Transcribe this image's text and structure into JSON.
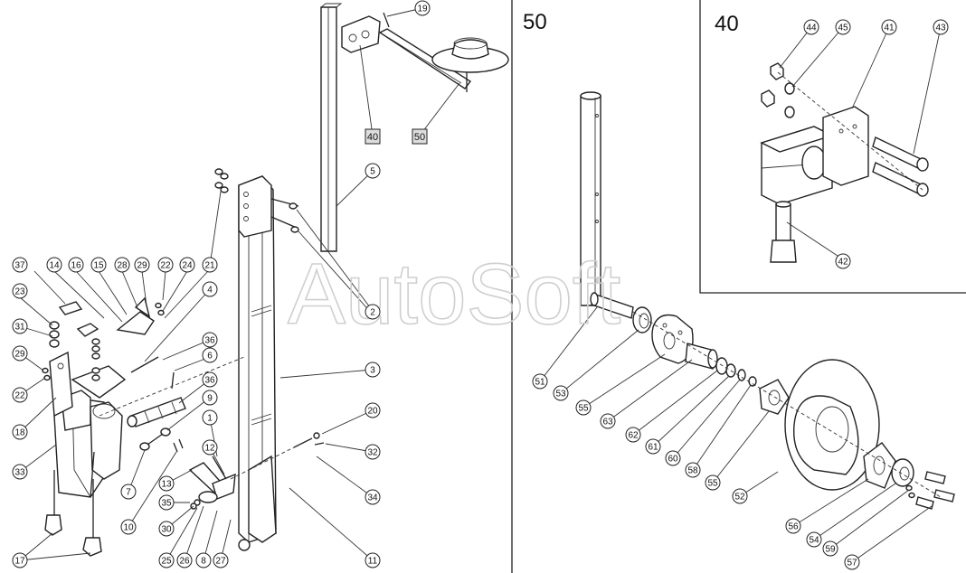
{
  "sections": [
    {
      "id": "50",
      "title": "50"
    },
    {
      "id": "40",
      "title": "40"
    }
  ],
  "watermark": "AutoSoft",
  "main_callouts": [
    "37",
    "14",
    "16",
    "15",
    "28",
    "29",
    "22",
    "24",
    "21",
    "23",
    "31",
    "29",
    "22",
    "18",
    "4",
    "36",
    "6",
    "36",
    "9",
    "33",
    "1",
    "12",
    "13",
    "7",
    "10",
    "35",
    "30",
    "25",
    "26",
    "8",
    "27",
    "17",
    "5",
    "3",
    "2",
    "20",
    "32",
    "34",
    "11",
    "19"
  ],
  "boxed_callouts": [
    "40",
    "50"
  ],
  "section50_callouts": [
    "51",
    "53",
    "55",
    "63",
    "62",
    "61",
    "60",
    "58",
    "55",
    "52",
    "56",
    "54",
    "59",
    "57"
  ],
  "section40_callouts": [
    "44",
    "45",
    "41",
    "43",
    "42"
  ]
}
